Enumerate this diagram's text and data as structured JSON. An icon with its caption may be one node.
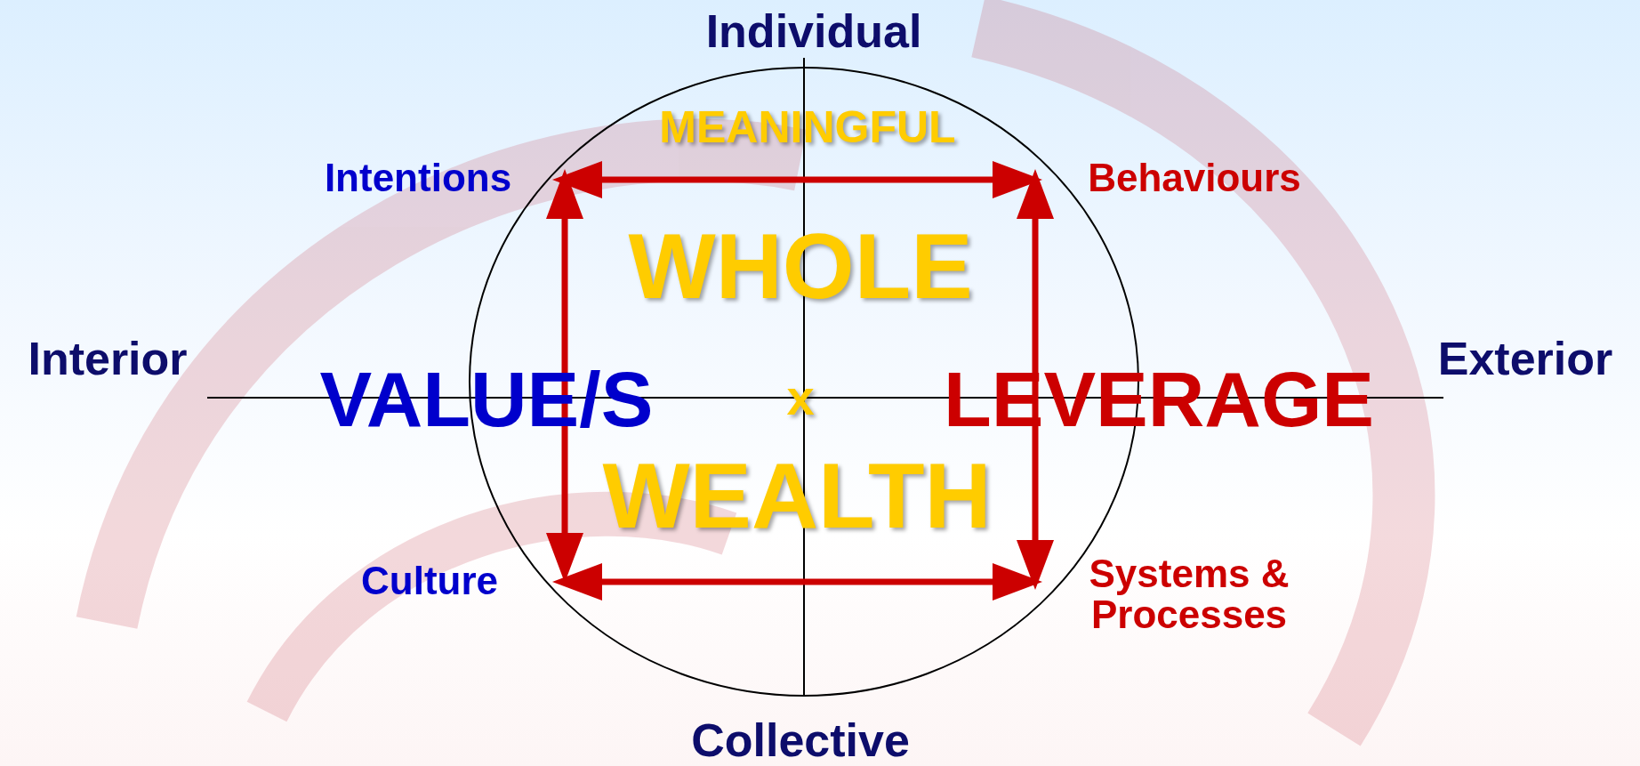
{
  "diagram": {
    "nodes": [
      {
        "text": [
          "Intentions"
        ]
      },
      {
        "text": [
          "Behaviours"
        ]
      },
      {
        "text": [
          "Culture"
        ]
      },
      {
        "text": [
          "Systems & Processes"
        ]
      }
    ],
    "edges": [
      {
        "from": 0,
        "to": 1,
        "arrow": "both"
      },
      {
        "from": 0,
        "to": 2,
        "arrow": "both"
      },
      {
        "from": 1,
        "to": 3,
        "arrow": "both"
      },
      {
        "from": 2,
        "to": 3,
        "arrow": "both"
      }
    ],
    "labels": [
      "Individual",
      "MEANINGFUL",
      "WHOLE",
      "Interior",
      "VALUE/S",
      "x",
      "LEVERAGE",
      "Exterior",
      "WEALTH",
      "Collective"
    ]
  }
}
